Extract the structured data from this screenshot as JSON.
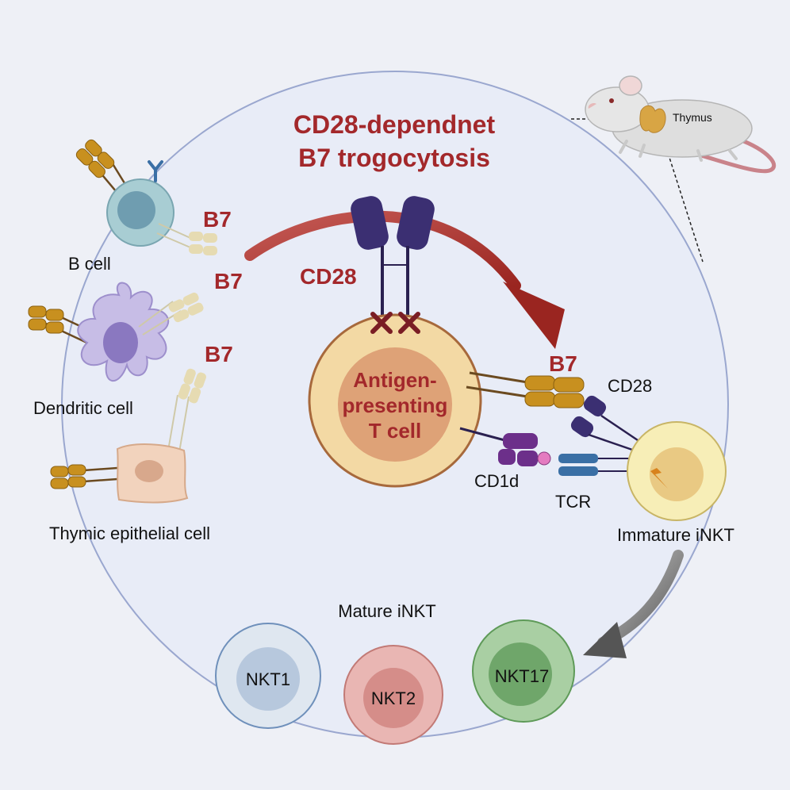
{
  "title": {
    "line1": "CD28-dependnet",
    "line2": "B7 trogocytosis"
  },
  "labels": {
    "cd28_main": "CD28",
    "b7_b_cell": "B7",
    "b7_dendritic": "B7",
    "b7_thymic": "B7",
    "b7_transfer": "B7",
    "cd28_inkt": "CD28",
    "cd1d": "CD1d",
    "tcr": "TCR",
    "apc_line1": "Antigen-",
    "apc_line2": "presenting",
    "apc_line3": "T cell",
    "thymus": "Thymus"
  },
  "cells": {
    "b_cell": "B cell",
    "dendritic_cell": "Dendritic cell",
    "thymic_epithelial_cell": "Thymic epithelial cell",
    "immature_inkt": "Immature iNKT",
    "mature_inkt": "Mature iNKT",
    "nkt1": "NKT1",
    "nkt2": "NKT2",
    "nkt17": "NKT17"
  },
  "colors": {
    "accent_red": "#a3282b",
    "receptor_purple": "#3b2f72",
    "b7_gold": "#c8901f",
    "background_circle": "#e8ecf7",
    "apc_fill": "#f3d9a4",
    "nkt1": "#dfe7f0",
    "nkt2": "#e9b6b3",
    "nkt17": "#a9cfa3"
  }
}
